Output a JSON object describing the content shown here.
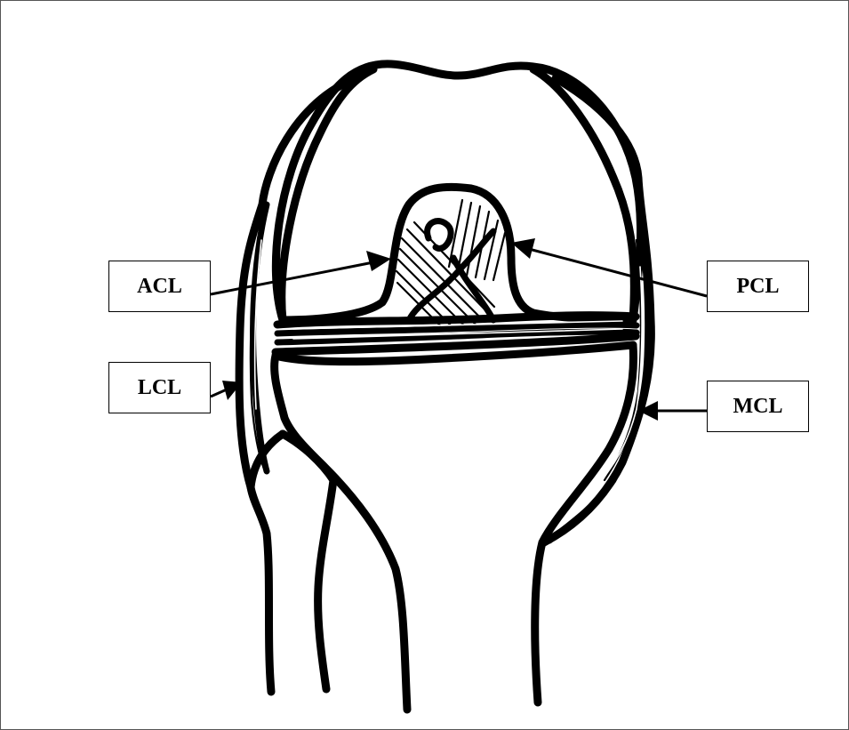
{
  "labels": {
    "acl": "ACL",
    "pcl": "PCL",
    "lcl": "LCL",
    "mcl": "MCL"
  },
  "colors": {
    "line": "#000000",
    "background": "#ffffff"
  }
}
